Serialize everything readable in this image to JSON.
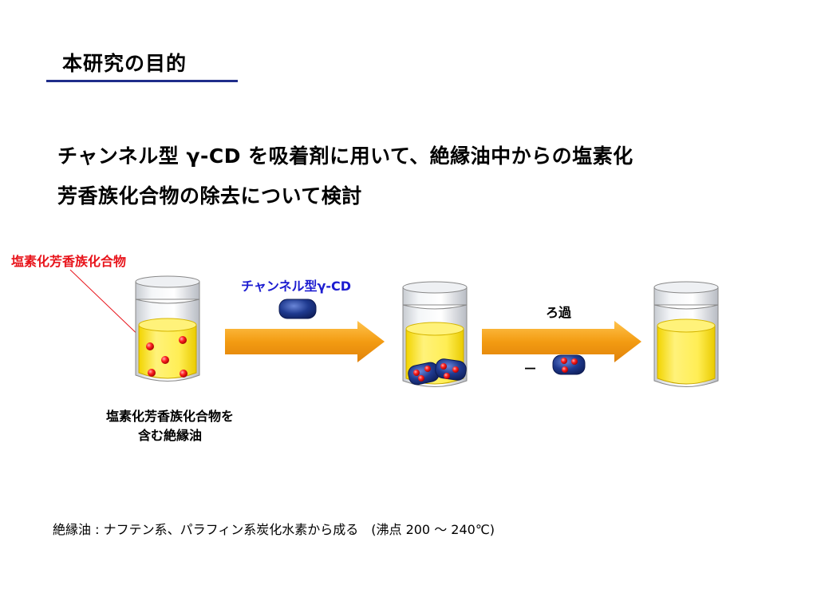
{
  "slide": {
    "title": "本研究の目的",
    "heading_line1": "チャンネル型 γ-CD を吸着剤に用いて、絶縁油中からの塩素化",
    "heading_line2": "芳香族化合物の除去について検討"
  },
  "diagram": {
    "compound_label": "塩素化芳香族化合物",
    "cd_label": "チャンネル型γ-CD",
    "filter_label": "ろ過",
    "minus_sign": "－",
    "oil_caption_line1": "塩素化芳香族化合物を",
    "oil_caption_line2": "含む絶縁油"
  },
  "note": "絶縁油 : ナフテン系、パラフィン系炭化水素から成る　(沸点 200 ～ 240℃)",
  "colors": {
    "title_underline": "#1f2d8a",
    "compound_label": "#e8141b",
    "cd_label": "#1c1cd0",
    "oil": "#ffeb3b",
    "arrow": "#f39c12",
    "cd_body": "#1f3a8f",
    "particle": "#e8141b"
  },
  "icons": {
    "jar": "glass-jar-icon",
    "arrow": "process-arrow-icon",
    "cd": "cyclodextrin-channel-icon",
    "particle": "chlorinated-aromatic-particle-icon"
  }
}
